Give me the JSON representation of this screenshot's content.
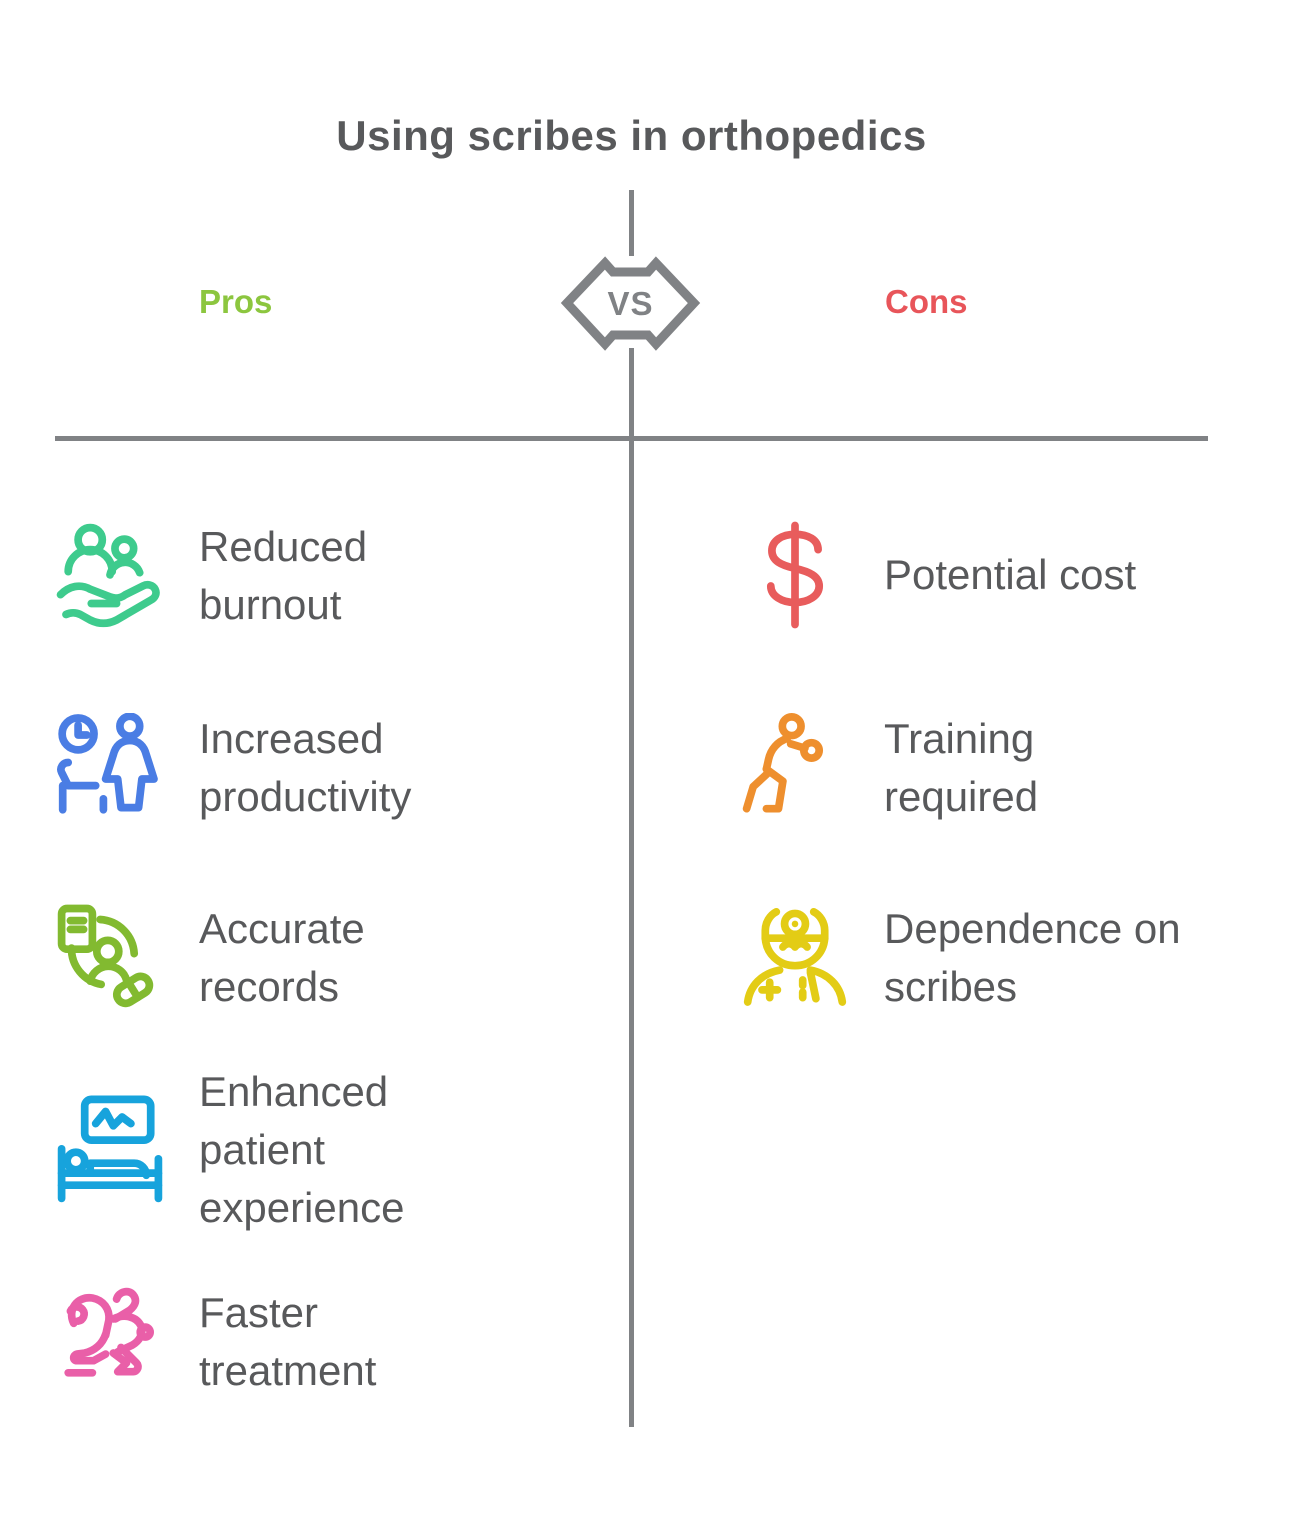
{
  "title": "Using scribes in orthopedics",
  "vs_badge": "VS",
  "colors": {
    "text": "#58595b",
    "line": "#808285",
    "pros_label": "#8cc63f",
    "cons_label": "#e8555a"
  },
  "columns": {
    "pros": {
      "label": "Pros",
      "color": "#8cc63f"
    },
    "cons": {
      "label": "Cons",
      "color": "#e8555a"
    }
  },
  "pros_items": [
    {
      "label": "Reduced\nburnout",
      "icon": "people-held-in-hand-icon",
      "color": "#3ecb8d"
    },
    {
      "label": "Increased\nproductivity",
      "icon": "clock-and-clinician-icon",
      "color": "#4a7de4"
    },
    {
      "label": "Accurate\nrecords",
      "icon": "record-person-pill-icon",
      "color": "#82ba30"
    },
    {
      "label": "Enhanced\npatient\nexperience",
      "icon": "hospital-bed-monitor-icon",
      "color": "#17a3dc"
    },
    {
      "label": "Faster\ntreatment",
      "icon": "running-rabbit-icon",
      "color": "#e95fa8"
    }
  ],
  "cons_items": [
    {
      "label": "Potential cost",
      "icon": "dollar-sign-icon",
      "color": "#e85c5c"
    },
    {
      "label": "Training\nrequired",
      "icon": "training-person-icon",
      "color": "#ee8f2e"
    },
    {
      "label": "Dependence on\nscribes",
      "icon": "doctor-icon",
      "color": "#e3cc15"
    }
  ]
}
